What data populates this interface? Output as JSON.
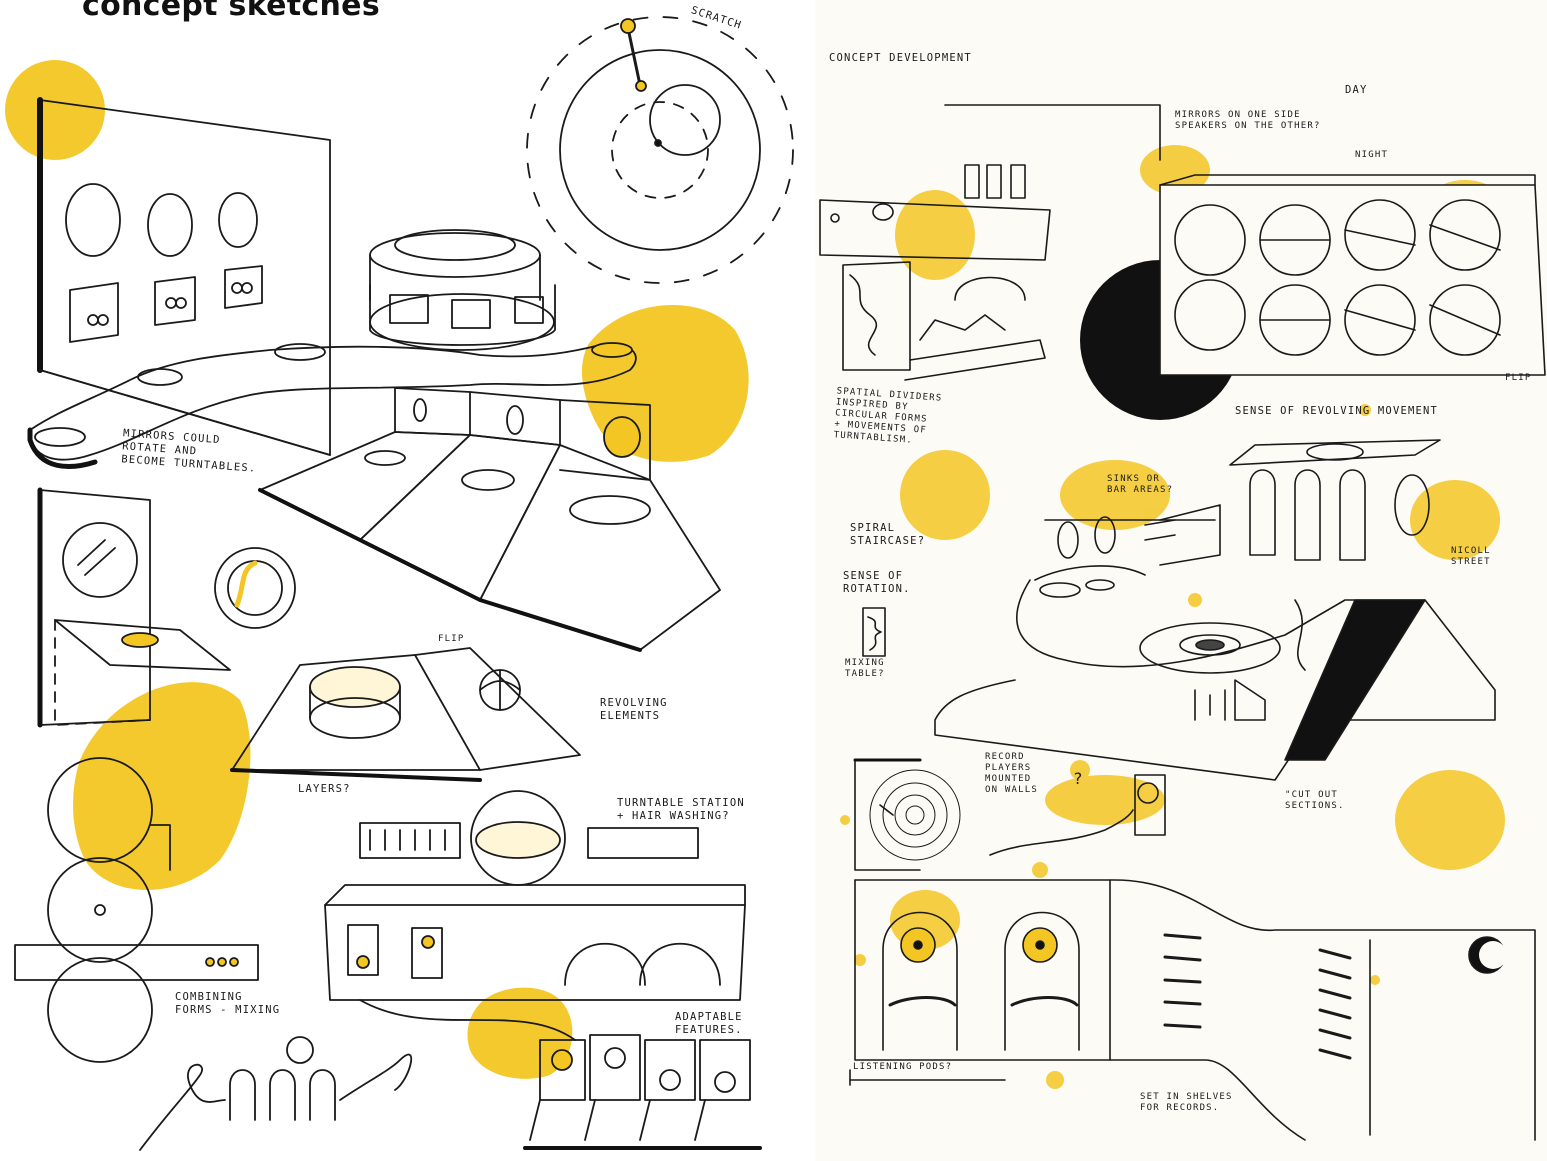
{
  "page_title": "concept sketches",
  "colors": {
    "accent": "#f3c623",
    "ink": "#1a1a1a",
    "black": "#111111"
  },
  "left_sheet": {
    "notes": {
      "scratch": "SCRATCH",
      "mirrors": "MIRRORS COULD\nROTATE AND\nBECOME TURNTABLES.",
      "flip": "FLIP",
      "revolving": "REVOLVING\nELEMENTS",
      "layers": "LAYERS?",
      "turntable_station": "TURNTABLE STATION\n+ HAIR WASHING?",
      "combining": "COMBINING\nFORMS - MIXING",
      "adaptable": "ADAPTABLE\nFEATURES."
    }
  },
  "right_sheet": {
    "notes": {
      "title": "CONCEPT DEVELOPMENT",
      "day": "DAY",
      "mirrors_speakers": "MIRRORS ON ONE SIDE\nSPEAKERS ON THE OTHER?",
      "night": "NIGHT",
      "flip": "FLIP",
      "spatial_dividers": "SPATIAL DIVIDERS\nINSPIRED BY\nCIRCULAR FORMS\n+ MOVEMENTS OF\nTURNTABLISM.",
      "sense_revolving": "SENSE OF REVOLVING MOVEMENT",
      "sinks": "SINKS OR\nBAR AREAS?",
      "spiral": "SPIRAL\nSTAIRCASE?",
      "sense_rotation": "SENSE OF\nROTATION.",
      "nicoll": "NICOLL\nSTREET",
      "mixing_table": "MIXING\nTABLE?",
      "record_players": "RECORD\nPLAYERS\nMOUNTED\nON WALLS",
      "question": "?",
      "cut_out": "\"CUT OUT\nSECTIONS.",
      "listening_pods": "LISTENING PODS?",
      "shelves": "SET IN SHELVES\nFOR RECORDS."
    }
  }
}
